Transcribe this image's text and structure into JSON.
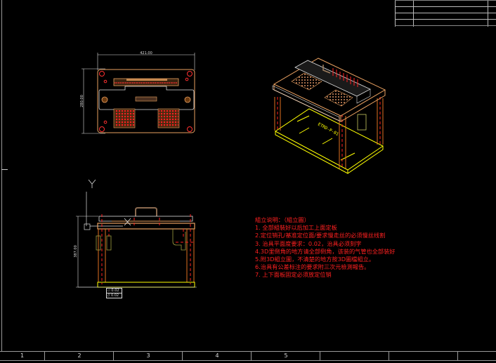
{
  "drawing": {
    "type": "CAD assembly drawing",
    "background": "#000000",
    "colors": {
      "frame": "#9a9a9a",
      "notes": "#ff2020",
      "plate_outline": "#e8a060",
      "base": "#ffff00",
      "centerline": "#ff2020",
      "dimension": "#dddddd"
    }
  },
  "notes": {
    "title": "組立说明：（組立圖）",
    "items": [
      "1. 全部組裝好以后加工上面定板",
      "2.定位销孔/基准定位面/要求慢走丝的必须慢丝线割",
      "3. 治具平面度要求：0.02，治具必须刻字",
      "4.3D里倒角的地方请全部倒角，该装的气管也全部装好",
      "5.附3D組立圖，不清楚的地方按3D圖檔組立。",
      "6.治具有公差标注的要求附三次元檢測報告。",
      "7. 上下面板固定必须放定位销"
    ]
  },
  "zones": {
    "labels": [
      "1",
      "2",
      "3",
      "4",
      "5",
      "",
      "",
      ""
    ]
  },
  "views": {
    "top": {
      "width_dim": "421.00",
      "height_dim": "280.00"
    },
    "front": {
      "height_dim": "387.00",
      "axis_label": "Y"
    },
    "iso": {
      "engraving": "ETRD-P-01"
    }
  },
  "gdt": {
    "row1": "⏥ 0.02",
    "row2": "// 0.02"
  }
}
